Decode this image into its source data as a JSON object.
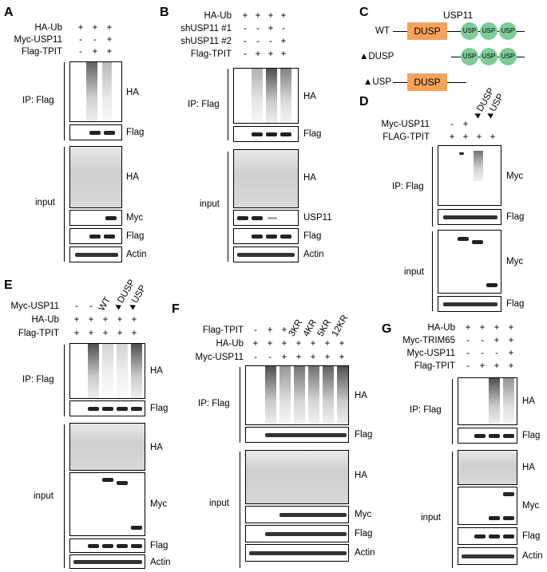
{
  "panels": {
    "A": {
      "letter": "A",
      "rows": [
        {
          "label": "HA-Ub",
          "signs": [
            "+",
            "+",
            "+"
          ]
        },
        {
          "label": "Myc-USP11",
          "signs": [
            "-",
            "-",
            "+"
          ]
        },
        {
          "label": "Flag-TPIT",
          "signs": [
            "-",
            "+",
            "+"
          ]
        }
      ],
      "ip_label": "IP: Flag",
      "input_label": "input",
      "blots": [
        "HA",
        "Flag",
        "HA",
        "Myc",
        "Flag",
        "Actin"
      ]
    },
    "B": {
      "letter": "B",
      "rows": [
        {
          "label": "HA-Ub",
          "signs": [
            "+",
            "+",
            "+",
            "+"
          ]
        },
        {
          "label": "shUSP11 #1",
          "signs": [
            "-",
            "-",
            "+",
            "-"
          ]
        },
        {
          "label": "shUSP11 #2",
          "signs": [
            "-",
            "-",
            "-",
            "+"
          ]
        },
        {
          "label": "Flag-TPIT",
          "signs": [
            "-",
            "+",
            "+",
            "+"
          ]
        }
      ],
      "ip_label": "IP: Flag",
      "input_label": "input",
      "blots": [
        "HA",
        "Flag",
        "HA",
        "USP11",
        "Flag",
        "Actin"
      ]
    },
    "C": {
      "letter": "C",
      "title": "USP11",
      "constructs": [
        "WT",
        "▲DUSP",
        "▲USP"
      ],
      "dusp": "DUSP",
      "usp": "USP"
    },
    "D": {
      "letter": "D",
      "rows": [
        {
          "label": "Myc-USP11",
          "signs": [
            "-",
            "+",
            "",
            ""
          ]
        },
        {
          "label": "FLAG-TPIT",
          "signs": [
            "+",
            "+",
            "+",
            "+"
          ]
        }
      ],
      "top_labels": [
        "DUSP",
        "USP"
      ],
      "ip_label": "IP: Flag",
      "input_label": "input",
      "blots": [
        "Myc",
        "Flag",
        "Myc",
        "Flag"
      ]
    },
    "E": {
      "letter": "E",
      "rows": [
        {
          "label": "Myc-USP11",
          "signs": [
            "-",
            "-",
            "",
            "",
            ""
          ]
        },
        {
          "label": "HA-Ub",
          "signs": [
            "+",
            "+",
            "+",
            "+",
            "+"
          ]
        },
        {
          "label": "Flag-TPIT",
          "signs": [
            "+",
            "+",
            "+",
            "+",
            "+"
          ]
        }
      ],
      "top_labels": [
        "WT",
        "DUSP",
        "USP"
      ],
      "ip_label": "IP: Flag",
      "input_label": "input",
      "blots": [
        "HA",
        "Flag",
        "HA",
        "Myc",
        "Flag",
        "Actin"
      ]
    },
    "F": {
      "letter": "F",
      "rows": [
        {
          "label": "Flag-TPIT",
          "signs": [
            "-",
            "+",
            "+",
            "",
            "",
            "",
            ""
          ]
        },
        {
          "label": "HA-Ub",
          "signs": [
            "+",
            "+",
            "+",
            "+",
            "+",
            "+",
            "+"
          ]
        },
        {
          "label": "Myc-USP11",
          "signs": [
            "-",
            "-",
            "+",
            "+",
            "+",
            "+",
            "+"
          ]
        }
      ],
      "top_labels": [
        "3KR",
        "4KR",
        "5KR",
        "12KR"
      ],
      "ip_label": "IP: Flag",
      "input_label": "input",
      "blots": [
        "HA",
        "Flag",
        "HA",
        "Myc",
        "Flag",
        "Actin"
      ]
    },
    "G": {
      "letter": "G",
      "rows": [
        {
          "label": "HA-Ub",
          "signs": [
            "+",
            "+",
            "+",
            "+"
          ]
        },
        {
          "label": "Myc-TRIM65",
          "signs": [
            "-",
            "-",
            "+",
            "+"
          ]
        },
        {
          "label": "Myc-USP11",
          "signs": [
            "-",
            "-",
            "-",
            "+"
          ]
        },
        {
          "label": "Flag-TPIT",
          "signs": [
            "-",
            "+",
            "+",
            "+"
          ]
        }
      ],
      "ip_label": "IP: Flag",
      "input_label": "input",
      "blots": [
        "HA",
        "Flag",
        "HA",
        "Myc",
        "Flag",
        "Actin"
      ]
    }
  }
}
